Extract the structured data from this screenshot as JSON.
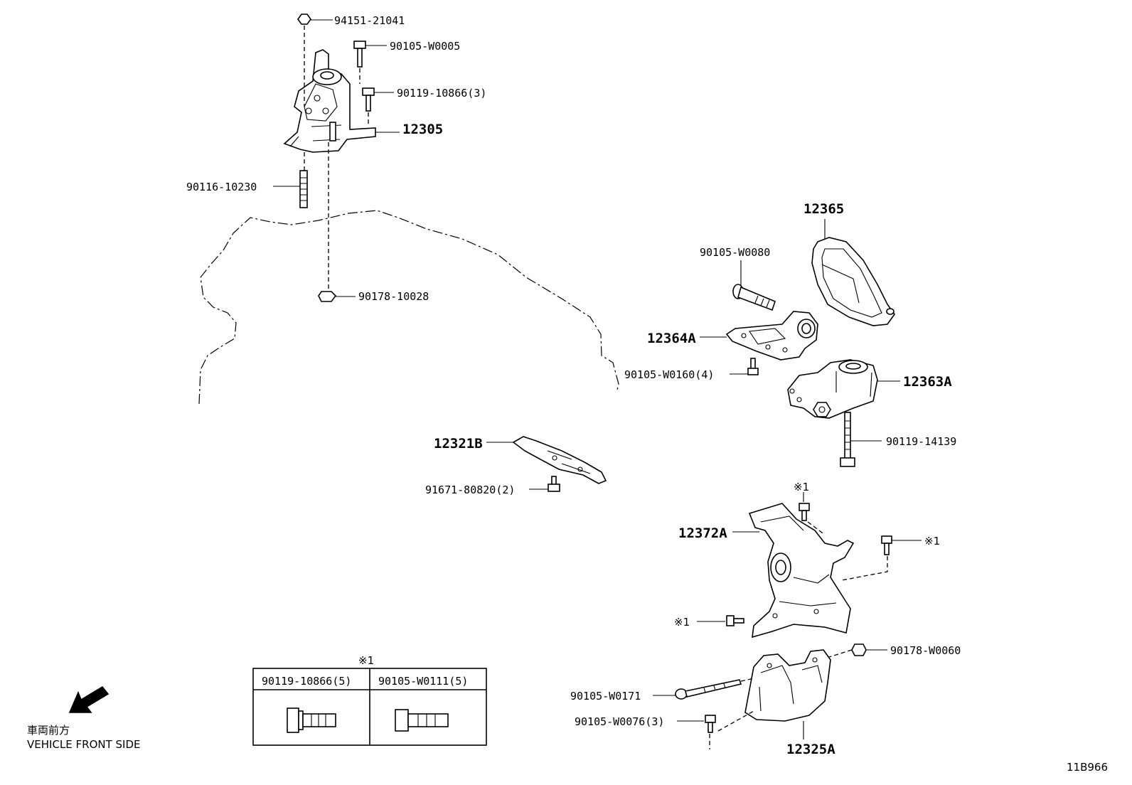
{
  "labels": {
    "p94151_21041": "94151-21041",
    "p90105_W0005": "90105-W0005",
    "p90119_10866_3": "90119-10866(3)",
    "p12305": "12305",
    "p90116_10230": "90116-10230",
    "p90178_10028": "90178-10028",
    "p12365": "12365",
    "p90105_W0080": "90105-W0080",
    "p12364A": "12364A",
    "p90105_W0160_4": "90105-W0160(4)",
    "p12363A": "12363A",
    "p90119_14139": "90119-14139",
    "p12321B": "12321B",
    "p91671_80820_2": "91671-80820(2)",
    "mark1a": "※1",
    "p12372A": "12372A",
    "mark1b": "※1",
    "mark1c": "※1",
    "p90178_W0060": "90178-W0060",
    "p90105_W0171": "90105-W0171",
    "p90105_W0076_3": "90105-W0076(3)",
    "p12325A": "12325A"
  },
  "legend_table": {
    "mark": "※1",
    "col1": "90119-10866(5)",
    "col2": "90105-W0111(5)"
  },
  "direction": {
    "jp": "車両前方",
    "en": "VEHICLE FRONT SIDE"
  },
  "figure_id": "11B966"
}
